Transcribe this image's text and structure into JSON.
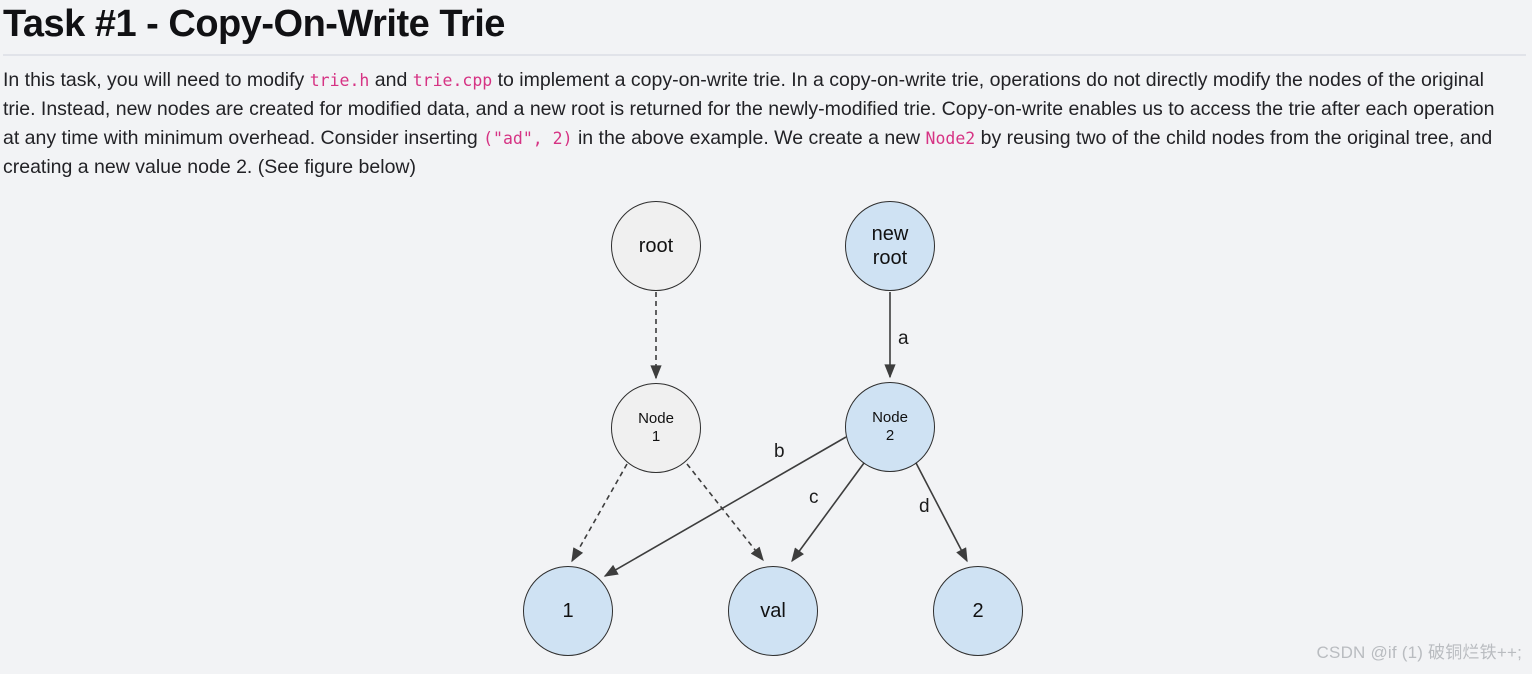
{
  "header": {
    "title": "Task #1 - Copy-On-Write Trie"
  },
  "intro": {
    "segments": [
      {
        "type": "text",
        "value": "In this task, you will need to modify "
      },
      {
        "type": "code",
        "value": "trie.h"
      },
      {
        "type": "text",
        "value": " and "
      },
      {
        "type": "code",
        "value": "trie.cpp"
      },
      {
        "type": "text",
        "value": " to implement a copy-on-write trie. In a copy-on-write trie, operations do not directly modify the nodes of the original trie. Instead, new nodes are created for modified data, and a new root is returned for the newly-modified trie. Copy-on-write enables us to access the trie after each operation at any time with minimum overhead. Consider inserting "
      },
      {
        "type": "code",
        "value": "(\"ad\", 2)"
      },
      {
        "type": "text",
        "value": " in the above example. We create a new "
      },
      {
        "type": "code",
        "value": "Node2"
      },
      {
        "type": "text",
        "value": " by reusing two of the child nodes from the original tree, and creating a new value node 2. (See figure below)"
      }
    ]
  },
  "diagram": {
    "nodes": {
      "root": {
        "label": "root",
        "fill": "#f0f0f0"
      },
      "new_root": {
        "label": "new\nroot",
        "fill": "#cfe2f3"
      },
      "node1": {
        "label": "Node\n1",
        "fill": "#f0f0f0"
      },
      "node2": {
        "label": "Node\n2",
        "fill": "#cfe2f3"
      },
      "value1": {
        "label": "1",
        "fill": "#cfe2f3"
      },
      "val": {
        "label": "val",
        "fill": "#cfe2f3"
      },
      "value2": {
        "label": "2",
        "fill": "#cfe2f3"
      }
    },
    "edges": [
      {
        "from": "root",
        "to": "node1",
        "style": "dashed",
        "label": ""
      },
      {
        "from": "new_root",
        "to": "node2",
        "style": "solid",
        "label": "a"
      },
      {
        "from": "node1",
        "to": "value1",
        "style": "dashed",
        "label": ""
      },
      {
        "from": "node1",
        "to": "val",
        "style": "dashed",
        "label": ""
      },
      {
        "from": "node2",
        "to": "value1",
        "style": "solid",
        "label": "b"
      },
      {
        "from": "node2",
        "to": "val",
        "style": "solid",
        "label": "c"
      },
      {
        "from": "node2",
        "to": "value2",
        "style": "solid",
        "label": "d"
      }
    ],
    "colors": {
      "node_gray": "#f0f0f0",
      "node_blue": "#cfe2f3",
      "edge": "#3d3d3d"
    }
  },
  "watermark": {
    "text": "CSDN @if (1) 破铜烂铁++;"
  },
  "colors": {
    "background": "#f2f3f5",
    "text": "#222226",
    "code": "#d63384",
    "divider": "#e1e3e9",
    "watermark": "#b9bcc0"
  }
}
